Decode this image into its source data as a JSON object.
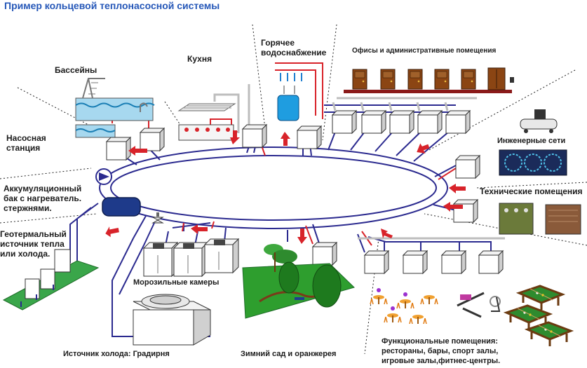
{
  "title": "Пример кольцевой теплонасосной системы",
  "labels": {
    "pools": "Бассейны",
    "kitchen": "Кухня",
    "hot_water": "Горячее водоснабжение",
    "offices": "Офисы и административные помещения",
    "pump_station": "Насосная станция",
    "engineering": "Инженерные сети",
    "technical": "Технические помещения",
    "accumulator": "Аккумуляционный бак с нагреватель. стержнями.",
    "geothermal": "Геотермальный источник тепла или холода.",
    "freezers": "Морозильные камеры",
    "cold_source": "Источник холода: Градирня",
    "winter_garden": "Зимний сад и оранжерея",
    "functional": "Функциональные помещения: рестораны, бары, спорт залы, игровые залы,фитнес-центры."
  },
  "colors": {
    "pipe": "#2b2a8f",
    "title": "#2557b8",
    "hot": "#d8232a",
    "garden": "#2e9e2e",
    "tank": "#1e3a8a",
    "door": "#8b4513",
    "floor": "#8b1a1a",
    "billiard": "#2e8b2e"
  },
  "icons": {
    "pump": "pump-icon",
    "tank": "tank-icon",
    "heat_pump": "heat-pump-unit-icon",
    "flow": "flow-arrow-icon",
    "divider": "zone-divider-line"
  }
}
